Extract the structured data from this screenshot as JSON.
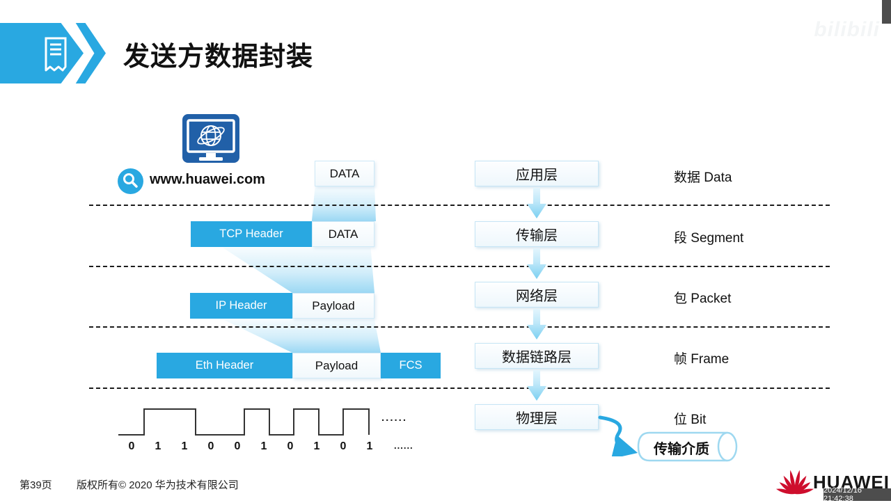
{
  "header": {
    "title": "发送方数据封装",
    "watermark": "bilibili"
  },
  "client": {
    "url": "www.huawei.com"
  },
  "pdu": {
    "rows": [
      {
        "segments": [
          {
            "label": "DATA"
          }
        ]
      },
      {
        "segments": [
          {
            "label": "TCP Header"
          },
          {
            "label": "DATA"
          }
        ]
      },
      {
        "segments": [
          {
            "label": "IP Header"
          },
          {
            "label": "Payload"
          }
        ]
      },
      {
        "segments": [
          {
            "label": "Eth Header"
          },
          {
            "label": "Payload"
          },
          {
            "label": "FCS"
          }
        ]
      }
    ]
  },
  "layers": {
    "items": [
      "应用层",
      "传输层",
      "网络层",
      "数据链路层",
      "物理层"
    ]
  },
  "pdu_names": {
    "items": [
      "数据 Data",
      "段 Segment",
      "包 Packet",
      "帧 Frame",
      "位 Bit"
    ]
  },
  "physical": {
    "bits": [
      "0",
      "1",
      "1",
      "0",
      "0",
      "1",
      "0",
      "1",
      "0",
      "1"
    ],
    "wave_ellipsis": "......",
    "bits_ellipsis": "......",
    "medium_label": "传输介质"
  },
  "footer": {
    "page": "第39页",
    "copyright": "版权所有© 2020 华为技术有限公司",
    "brand": "HUAWEI",
    "timestamp": "2024/12/16 21:42:38"
  },
  "colors": {
    "accent_blue": "#29A8E1",
    "monitor_blue": "#2160A8",
    "huawei_red": "#CE0E2D"
  }
}
